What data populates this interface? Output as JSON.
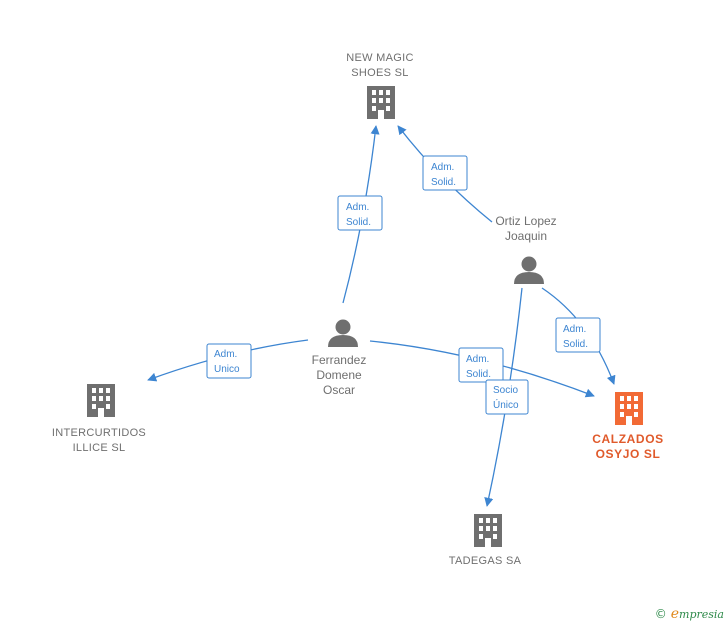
{
  "nodes": {
    "new_magic": {
      "label_lines": [
        "NEW MAGIC",
        "SHOES  SL"
      ],
      "kind": "company"
    },
    "ortiz": {
      "label_lines": [
        "Ortiz Lopez",
        "Joaquin"
      ],
      "kind": "person"
    },
    "ferrandez": {
      "label_lines": [
        "Ferrandez",
        "Domene",
        "Oscar"
      ],
      "kind": "person"
    },
    "intercurtidos": {
      "label_lines": [
        "INTERCURTIDOS",
        "ILLICE  SL"
      ],
      "kind": "company"
    },
    "calzados": {
      "label_lines": [
        "CALZADOS",
        "OSYJO  SL"
      ],
      "kind": "company-highlight"
    },
    "tadegas": {
      "label_lines": [
        "TADEGAS SA"
      ],
      "kind": "company"
    }
  },
  "edges": [
    {
      "id": "ortiz-newmagic",
      "label_lines": [
        "Adm.",
        "Solid."
      ]
    },
    {
      "id": "ferrandez-newmagic",
      "label_lines": [
        "Adm.",
        "Solid."
      ]
    },
    {
      "id": "ferrandez-intercurtidos",
      "label_lines": [
        "Adm.",
        "Unico"
      ]
    },
    {
      "id": "ferrandez-calzados",
      "label_lines": [
        "Adm.",
        "Solid."
      ]
    },
    {
      "id": "ortiz-calzados",
      "label_lines": [
        "Adm.",
        "Solid."
      ]
    },
    {
      "id": "ortiz-tadegas",
      "label_lines": [
        "Socio",
        "Único"
      ]
    }
  ],
  "colors": {
    "edge": "#3d85d1",
    "node_gray": "#6f6f6f",
    "highlight": "#f26a35"
  },
  "footer": {
    "copyright": "©",
    "brand_initial": "e",
    "brand_rest": "mpresia"
  }
}
